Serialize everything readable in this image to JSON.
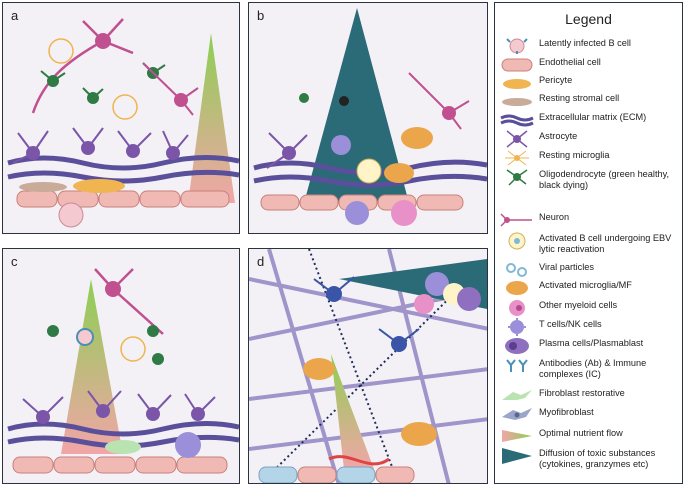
{
  "panels": [
    {
      "label": "a"
    },
    {
      "label": "b"
    },
    {
      "label": "c"
    },
    {
      "label": "d"
    }
  ],
  "legend": {
    "title": "Legend",
    "items": [
      {
        "text": "Latently infected B cell",
        "icon": "latent-b-cell-icon"
      },
      {
        "text": "Endothelial cell",
        "icon": "endothelial-cell-icon"
      },
      {
        "text": "Pericyte",
        "icon": "pericyte-icon"
      },
      {
        "text": "Resting stromal cell",
        "icon": "stromal-cell-icon"
      },
      {
        "text": "Extracellular matrix (ECM)",
        "icon": "ecm-icon"
      },
      {
        "text": "Astrocyte",
        "icon": "astrocyte-icon"
      },
      {
        "text": "Resting microglia",
        "icon": "resting-microglia-icon"
      },
      {
        "text": "Oligodendrocyte (green healthy, black dying)",
        "icon": "oligodendrocyte-icon"
      },
      {
        "text": "Neuron",
        "icon": "neuron-icon"
      },
      {
        "text": "Activated B cell undergoing EBV lytic reactivation",
        "icon": "activated-b-cell-icon"
      },
      {
        "text": "Viral particles",
        "icon": "viral-particles-icon"
      },
      {
        "text": "Activated microglia/MF",
        "icon": "activated-microglia-icon"
      },
      {
        "text": "Other myeloid cells",
        "icon": "myeloid-cell-icon"
      },
      {
        "text": "T cells/NK cells",
        "icon": "t-nk-cell-icon"
      },
      {
        "text": "Plasma cells/Plasmablast",
        "icon": "plasma-cell-icon"
      },
      {
        "text": "Antibodies (Ab) & Immune complexes (IC)",
        "icon": "antibody-icon"
      },
      {
        "text": "Fibroblast restorative",
        "icon": "fibroblast-icon"
      },
      {
        "text": "Myofibroblast",
        "icon": "myofibroblast-icon"
      },
      {
        "text": "Optimal nutrient flow",
        "icon": "nutrient-flow-icon"
      },
      {
        "text": "Diffusion of toxic substances (cytokines, granzymes etc)",
        "icon": "toxic-diffusion-icon"
      }
    ]
  },
  "colors": {
    "border": "#2a3340",
    "panel_bg": "#f4f1f6",
    "endothelial": "#f0b9b4",
    "astrocyte": "#7b55a8",
    "neuron": "#c0508f",
    "oligodendrocyte": "#2f7a45",
    "microglia_resting": "#f0b450",
    "microglia_activated": "#eba54a",
    "ecm": "#5a4f9a",
    "nutrient_top": "#8ccf52",
    "nutrient_bottom": "#f1a6a8",
    "toxic": "#2b6b78",
    "t_cell": "#9b8fd9",
    "plasma": "#8f6fc0",
    "myeloid": "#e890c8",
    "antibody": "#4a8fb8",
    "fibroblast": "#b9e4b1",
    "myofibroblast": "#9aa6c8"
  }
}
